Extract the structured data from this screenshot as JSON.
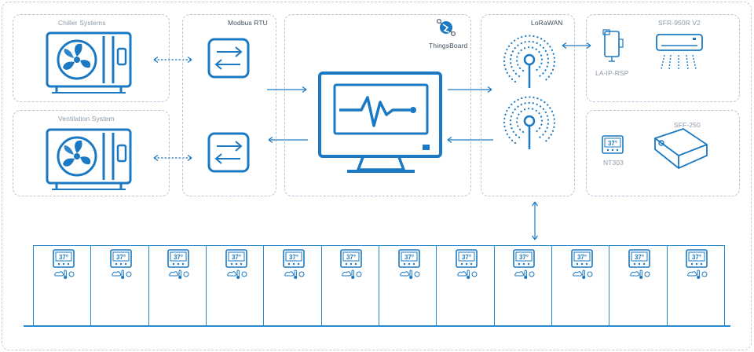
{
  "labels": {
    "chiller": "Chiller Systems",
    "ventilation": "Ventilation System",
    "modbus": "Modbus RTU",
    "thingsboard": "ThingsBoard",
    "lorawan": "LoRaWAN",
    "sfr": "SFR-950R V2",
    "la_ip": "LA-IP-RSP",
    "sff": "SFF-250",
    "nt303": "NT303"
  },
  "thermostat_readout": "37°",
  "room_count": 12,
  "colors": {
    "accent": "#1a79c2",
    "line": "#2a8ad0",
    "border": "#b3c6d8",
    "label": "#8a98a6"
  }
}
